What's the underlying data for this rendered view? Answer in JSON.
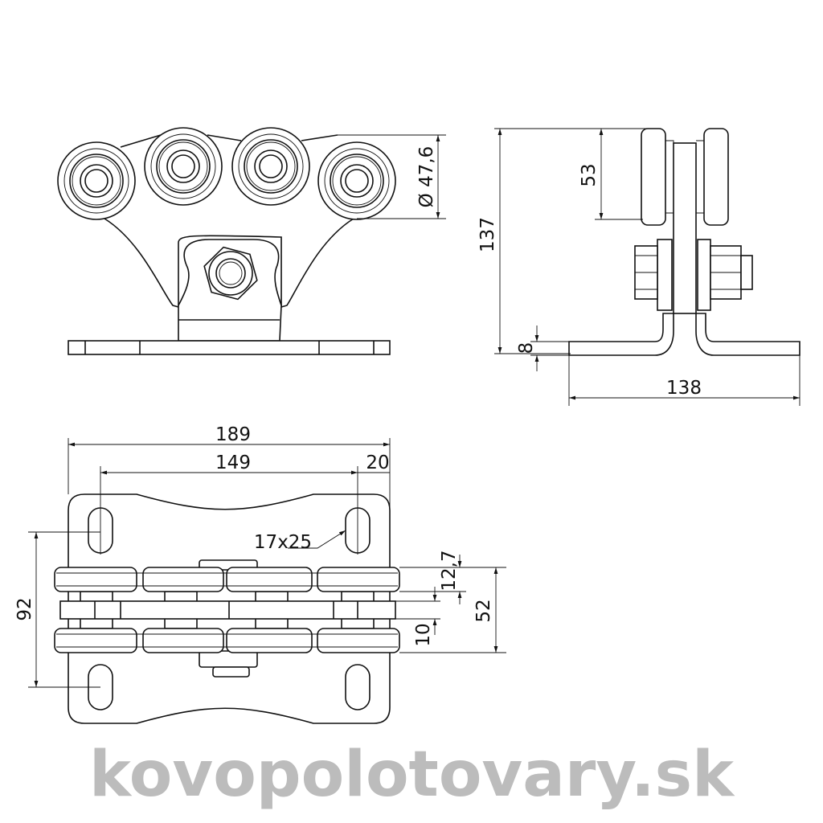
{
  "watermark": "kovopolotovary.sk",
  "front_view": {
    "diameter_label": "Ø 47,6"
  },
  "side_view": {
    "height_total": "137",
    "wheel_height": "53",
    "plate_thickness": "8",
    "width": "138"
  },
  "top_view": {
    "overall_length": "189",
    "hole_spacing": "149",
    "hole_offset": "20",
    "slot_size": "17x25",
    "hole_spacing_vertical": "92",
    "wheel_width": "12,7",
    "wheel_span": "52",
    "wheel_gap": "10"
  }
}
